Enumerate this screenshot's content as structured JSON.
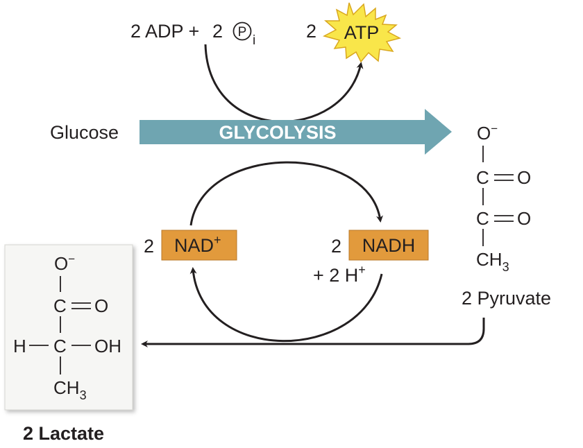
{
  "inputs": {
    "adp": "2 ADP +",
    "pi_coef": "2",
    "pi_symbol": "P",
    "pi_sub": "i"
  },
  "atp": {
    "coef": "2",
    "label": "ATP"
  },
  "glucose": "Glucose",
  "glycolysis": "GLYCOLYSIS",
  "nad": {
    "coef": "2",
    "label": "NAD",
    "charge": "+"
  },
  "nadh": {
    "coef": "2",
    "label": "NADH",
    "proton": "+ 2 H",
    "proton_charge": "+"
  },
  "pyruvate": {
    "oxide": "O",
    "oxide_charge": "−",
    "c1": "C",
    "o1": "O",
    "c2": "C",
    "o2": "O",
    "methyl": "CH",
    "methyl_sub": "3",
    "label": "2 Pyruvate"
  },
  "lactate": {
    "oxide": "O",
    "oxide_charge": "−",
    "c1": "C",
    "o1": "O",
    "h": "H",
    "c2": "C",
    "oh": "OH",
    "methyl": "CH",
    "methyl_sub": "3",
    "label": "2 Lactate"
  },
  "colors": {
    "arrow_fill": "#6fa5b1",
    "box_fill": "#e29a3c",
    "starburst_fill": "#f9e64a",
    "starburst_stroke": "#d9a71e",
    "panel_bg": "#f6f6f4",
    "text": "#231f20"
  }
}
